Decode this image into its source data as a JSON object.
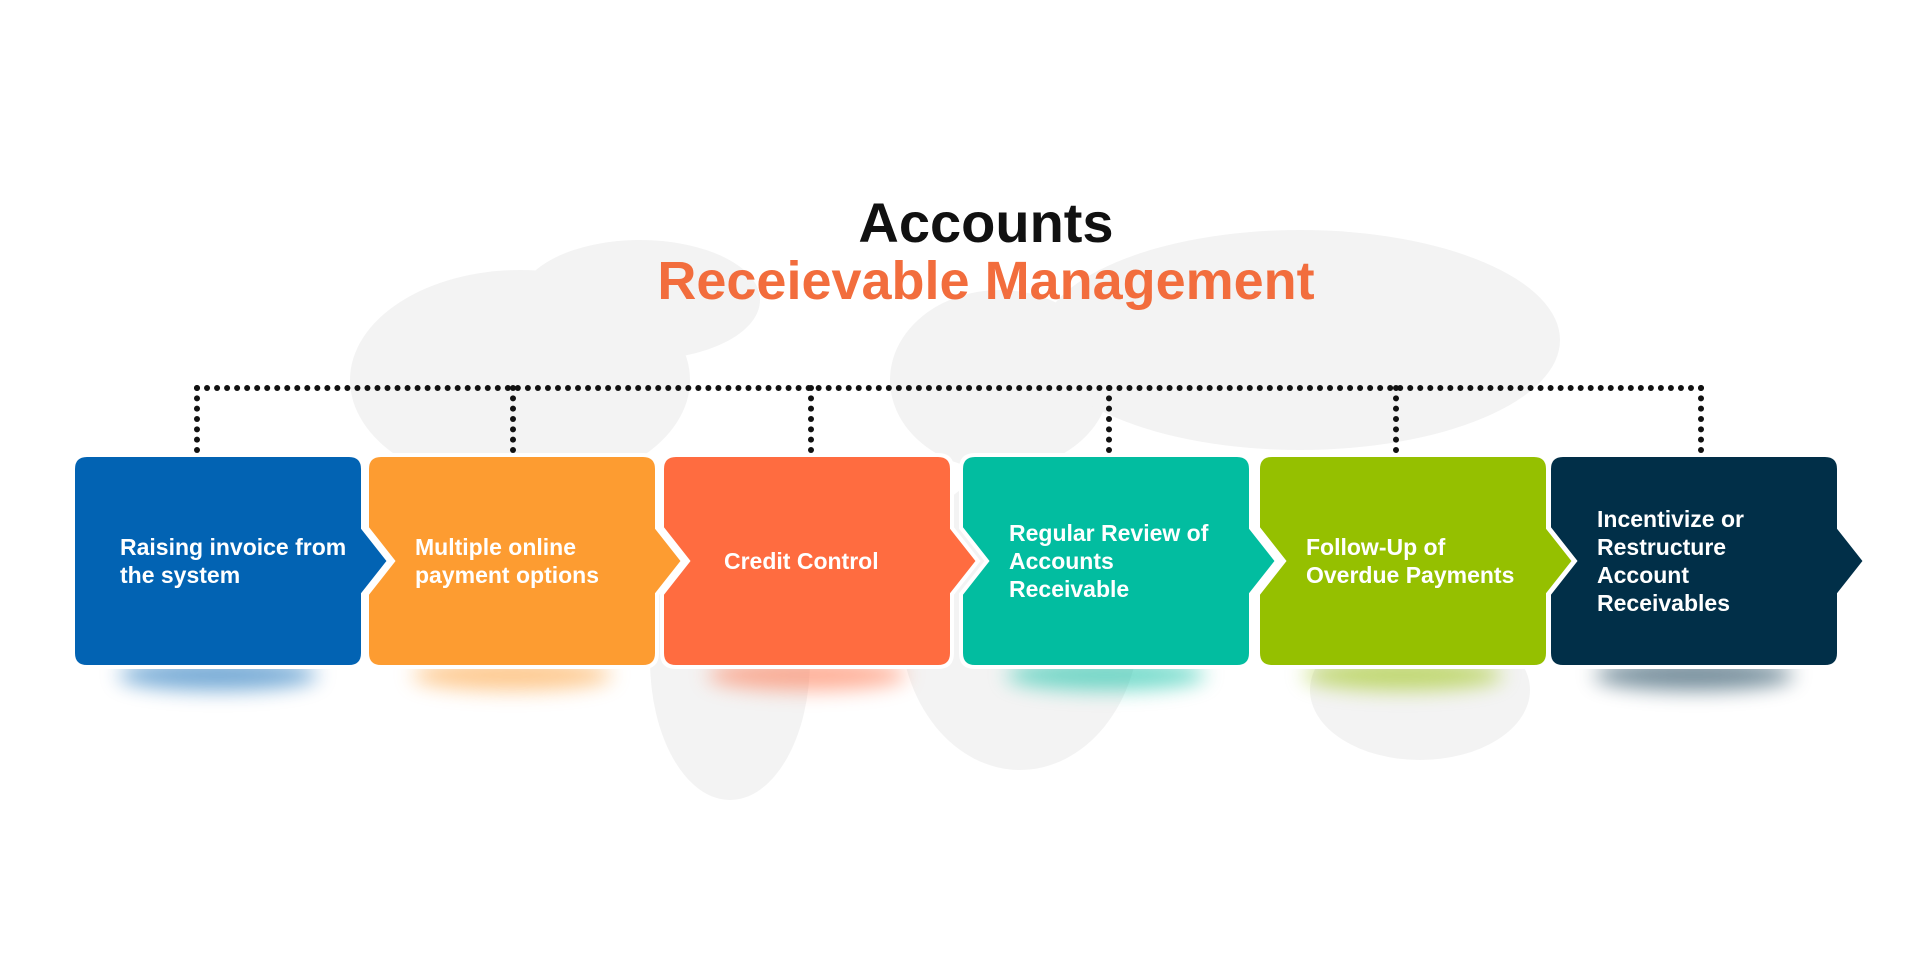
{
  "title": {
    "line1": "Accounts",
    "line2": "Receievable Management"
  },
  "steps": [
    {
      "label": "Raising invoice from the system",
      "color": "#0263b3"
    },
    {
      "label": "Multiple online payment options",
      "color": "#fd9c31"
    },
    {
      "label": "Credit Control",
      "color": "#ff6c40"
    },
    {
      "label": "Regular Review of Accounts Receivable",
      "color": "#02bda0"
    },
    {
      "label": "Follow-Up of Overdue Payments",
      "color": "#95c000"
    },
    {
      "label": "Incentivize or Restructure Account Receivables",
      "color": "#012f48"
    }
  ],
  "colors": {
    "title": "#111111",
    "accent": "#f26d3d",
    "connector": "#111111",
    "map": "#f3f3f3"
  }
}
